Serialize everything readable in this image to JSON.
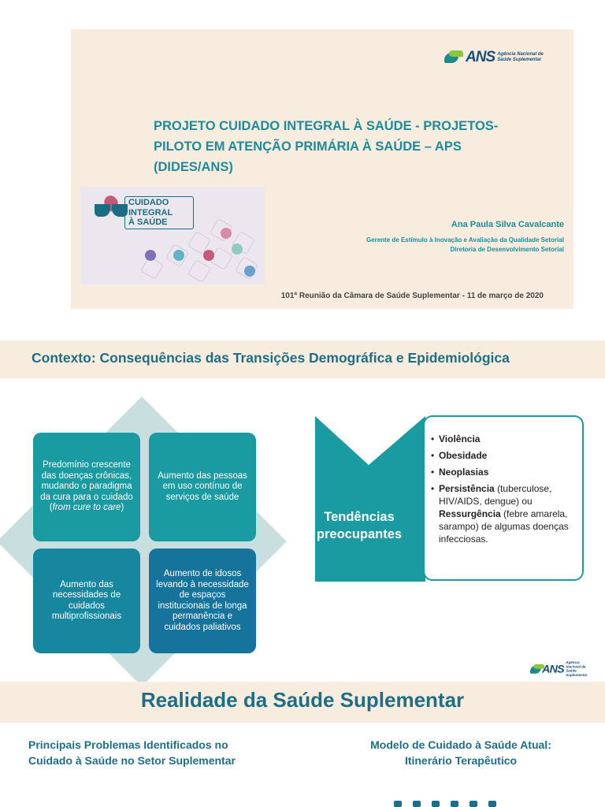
{
  "slide1": {
    "logo": {
      "word": "ANS",
      "sub_line1": "Agência Nacional de",
      "sub_line2": "Saúde Suplementar"
    },
    "title": "PROJETO CUIDADO INTEGRAL À SAÚDE - PROJETOS-PILOTO EM ATENÇÃO PRIMÁRIA À SAÚDE – APS (DIDES/ANS)",
    "badge": {
      "line1": "CUIDADO",
      "line2": "INTEGRAL",
      "line3": "À SAÚDE"
    },
    "author": {
      "name": "Ana Paula Silva Cavalcante",
      "role1": "Gerente de Estímulo à Inovação e Avaliação da Qualidade Setorial",
      "role2": "Diretoria de Desenvolvimento Setorial"
    },
    "footer": "101ª Reunião da Câmara de Saúde Suplementar - 11 de março de 2020"
  },
  "slide2": {
    "title": "Contexto: Consequências das Transições Demográfica e Epidemiológica",
    "tiles": {
      "t1_text": "Predomínio crescente das doenças crônicas, mudando o paradigma da cura para o cuidado",
      "t1_italic": "from cure to care",
      "t2": "Aumento das pessoas em uso contínuo de serviços de saúde",
      "t3": "Aumento das necessidades de cuidados multiprofissionais",
      "t4": "Aumento de idosos levando à necessidade de espaços institucionais de longa permanência e cuidados paliativos"
    },
    "trend_label_line1": "Tendências",
    "trend_label_line2": "preocupantes",
    "trends": {
      "item1": "Violência",
      "item2": "Obesidade",
      "item3": "Neoplasias",
      "item4_bold": "Persistência",
      "item4_text": "(tuberculose, HIV/AIDS, dengue) ou",
      "item4_bold2": "Ressurgência",
      "item4_text2": "(febre amarela, sarampo) de algumas doenças infecciosas."
    },
    "logo": {
      "word": "ANS",
      "sub_line1": "Agência Nacional de",
      "sub_line2": "Saúde Suplementar"
    }
  },
  "slide3": {
    "title": "Realidade da Saúde Suplementar",
    "col1_line1": "Principais Problemas Identificados no",
    "col1_line2": "Cuidado à Saúde no Setor Suplementar",
    "col2_line1": "Modelo de Cuidado à Saúde Atual:",
    "col2_line2": "Itinerário Terapêutico"
  },
  "colors": {
    "teal": "#1a9aa1",
    "dark_teal": "#1e6f85",
    "cream": "#f7ecde",
    "diamond": "#c9dede"
  }
}
